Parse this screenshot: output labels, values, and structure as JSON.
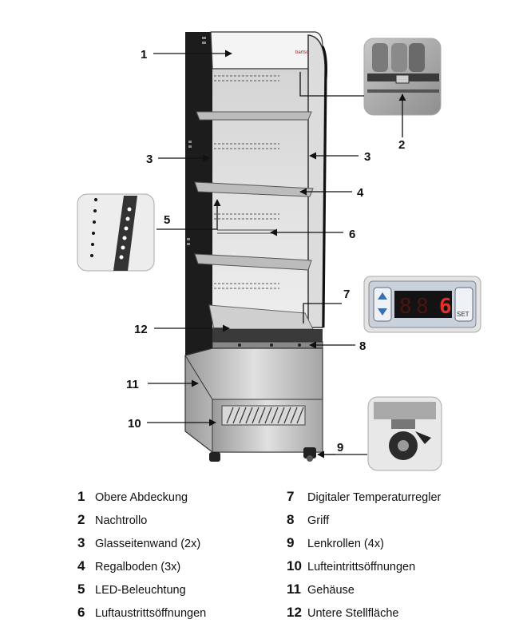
{
  "callouts": {
    "c1": "1",
    "c2": "2",
    "c3a": "3",
    "c3b": "3",
    "c4": "4",
    "c5": "5",
    "c6": "6",
    "c7": "7",
    "c8": "8",
    "c9": "9",
    "c10": "10",
    "c11": "11",
    "c12": "12"
  },
  "brand_label": "bartscher",
  "controller": {
    "display": "6",
    "set_label": "SET"
  },
  "legend": [
    {
      "num": "1",
      "text": "Obere Abdeckung"
    },
    {
      "num": "2",
      "text": "Nachtrollo"
    },
    {
      "num": "3",
      "text": "Glasseitenwand (2x)"
    },
    {
      "num": "4",
      "text": "Regalboden (3x)"
    },
    {
      "num": "5",
      "text": "LED-Beleuchtung"
    },
    {
      "num": "6",
      "text": "Luftaustrittsöffnungen"
    },
    {
      "num": "7",
      "text": "Digitaler Temperaturregler"
    },
    {
      "num": "8",
      "text": "Griff"
    },
    {
      "num": "9",
      "text": "Lenkrollen (4x)"
    },
    {
      "num": "10",
      "text": "Lufteintrittsöffnungen"
    },
    {
      "num": "11",
      "text": "Gehäuse"
    },
    {
      "num": "12",
      "text": "Untere Stellfläche"
    }
  ],
  "colors": {
    "frame_dark": "#1a1a1a",
    "steel": "#b8b8b8",
    "glass": "#e6e6e6",
    "display_red": "#e0302a",
    "panel_blue": "#c7d0de"
  }
}
